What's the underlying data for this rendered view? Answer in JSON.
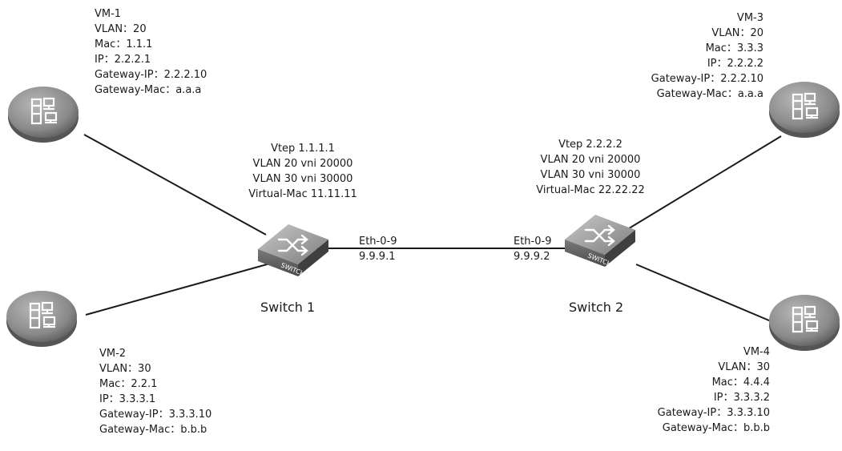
{
  "vms": [
    {
      "id": "vm1",
      "lines": [
        "VM-1",
        "VLAN：20",
        "Mac：1.1.1",
        "IP：2.2.2.1",
        "Gateway-IP：2.2.2.10",
        "Gateway-Mac：a.a.a"
      ]
    },
    {
      "id": "vm2",
      "lines": [
        "VM-2",
        "VLAN：30",
        "Mac：2.2.1",
        "IP：3.3.3.1",
        "Gateway-IP：3.3.3.10",
        "Gateway-Mac：b.b.b"
      ]
    },
    {
      "id": "vm3",
      "lines": [
        "VM-3",
        "VLAN：20",
        "Mac：3.3.3",
        "IP：2.2.2.2",
        "Gateway-IP：2.2.2.10",
        "Gateway-Mac：a.a.a"
      ]
    },
    {
      "id": "vm4",
      "lines": [
        "VM-4",
        "VLAN：30",
        "Mac：4.4.4",
        "IP：3.3.3.2",
        "Gateway-IP：3.3.3.10",
        "Gateway-Mac：b.b.b"
      ]
    }
  ],
  "switches": [
    {
      "id": "sw1",
      "name": "Switch 1",
      "badge": "SWITCH",
      "config": [
        "Vtep 1.1.1.1",
        "VLAN 20 vni 20000",
        "VLAN 30 vni 30000",
        "Virtual-Mac 11.11.11"
      ],
      "port": "Eth-0-9",
      "ip": "9.9.9.1"
    },
    {
      "id": "sw2",
      "name": "Switch 2",
      "badge": "SWITCH",
      "config": [
        "Vtep 2.2.2.2",
        "VLAN 20 vni 20000",
        "VLAN 30 vni 30000",
        "Virtual-Mac 22.22.22"
      ],
      "port": "Eth-0-9",
      "ip": "9.9.9.2"
    }
  ],
  "colors": {
    "icon_fill": "#8c8c8c",
    "line": "#1a1a1a",
    "text": "#1a1a1a"
  },
  "icons": {
    "vm": "server-workstation-icon",
    "switch": "switch-arrows-icon"
  }
}
